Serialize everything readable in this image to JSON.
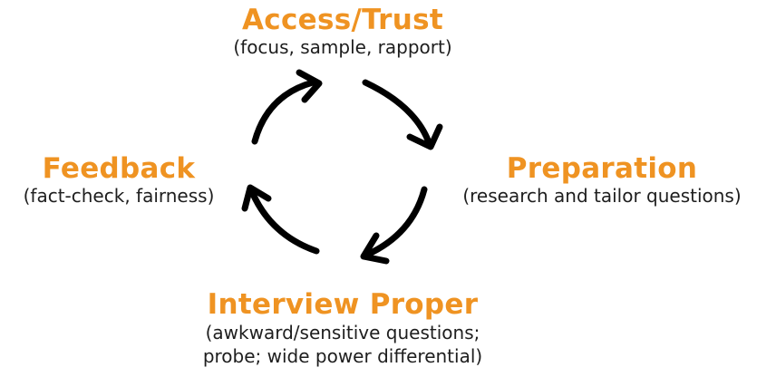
{
  "colors": {
    "title": "#ef9322",
    "subtitle": "#1e1e1e",
    "arrow": "#000000"
  },
  "nodes": {
    "top": {
      "title": "Access/Trust",
      "subtitle": "(focus, sample, rapport)"
    },
    "right": {
      "title": "Preparation",
      "subtitle": "(research and tailor questions)"
    },
    "bottom": {
      "title": "Interview Proper",
      "subtitle_line1": "(awkward/sensitive questions;",
      "subtitle_line2": "probe; wide power differential)"
    },
    "left": {
      "title": "Feedback",
      "subtitle": "(fact-check, fairness)"
    }
  },
  "arrows": [
    {
      "from": "top",
      "to": "right"
    },
    {
      "from": "right",
      "to": "bottom"
    },
    {
      "from": "bottom",
      "to": "left"
    },
    {
      "from": "left",
      "to": "top"
    }
  ],
  "icons": {
    "arrow": "curved-arrow-icon"
  }
}
